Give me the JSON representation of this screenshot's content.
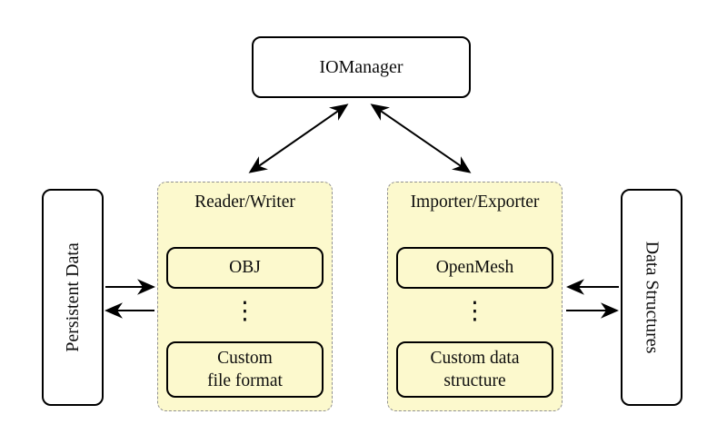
{
  "nodes": {
    "iomanager": "IOManager",
    "persistent_data": "Persistent Data",
    "data_structures": "Data Structures"
  },
  "groups": [
    {
      "title": "Reader/Writer",
      "ellipsis": "⋮",
      "items": [
        {
          "lines": [
            "OBJ"
          ]
        },
        {
          "lines": [
            "Custom",
            "file format"
          ]
        }
      ]
    },
    {
      "title": "Importer/Exporter",
      "ellipsis": "⋮",
      "items": [
        {
          "lines": [
            "OpenMesh"
          ]
        },
        {
          "lines": [
            "Custom data",
            "structure"
          ]
        }
      ]
    }
  ],
  "colors": {
    "background": "#FFFFFF",
    "group_fill": "#FCF9CD",
    "group_border": "#919191",
    "node_fill": "#FFFFFF",
    "node_border": "#000000",
    "arrow": "#000000"
  }
}
